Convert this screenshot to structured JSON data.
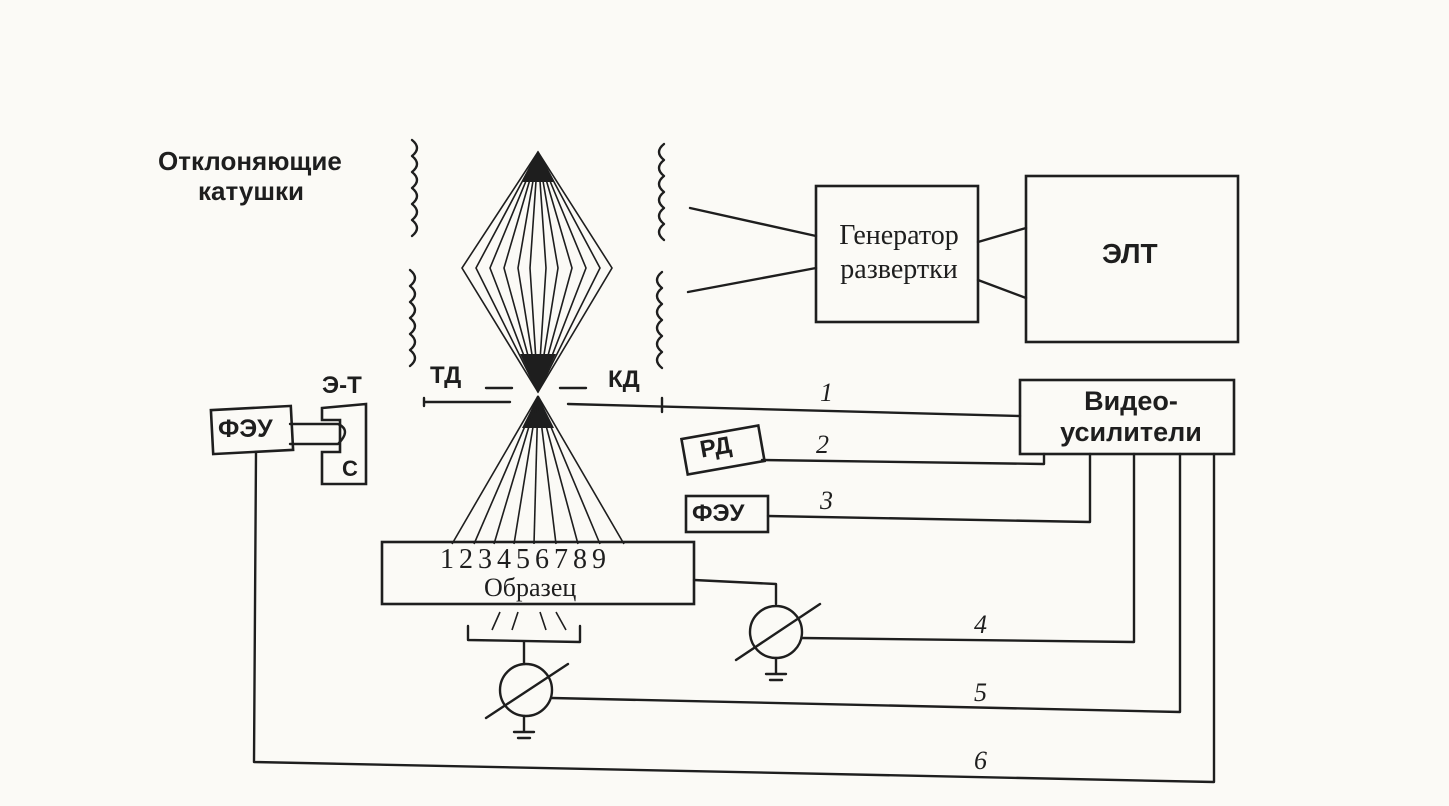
{
  "coils_label": [
    "Отклоняющие",
    "катушки"
  ],
  "scan_generator_label": [
    "Генератор",
    "развертки"
  ],
  "crt_label": "ЭЛТ",
  "video_amplifiers_label": [
    "Видео-",
    "усилители"
  ],
  "td_label": "ТД",
  "kd_label": "КД",
  "et_label": "Э-Т",
  "pmt_left_label": "ФЭУ",
  "c_label": "С",
  "rd_label": "РД",
  "pmt_right_label": "ФЭУ",
  "sample_label": "Образец",
  "sample_numbers": "1 2 3 4 5 6 7 8 9",
  "channels": [
    "1",
    "2",
    "3",
    "4",
    "5",
    "6"
  ]
}
